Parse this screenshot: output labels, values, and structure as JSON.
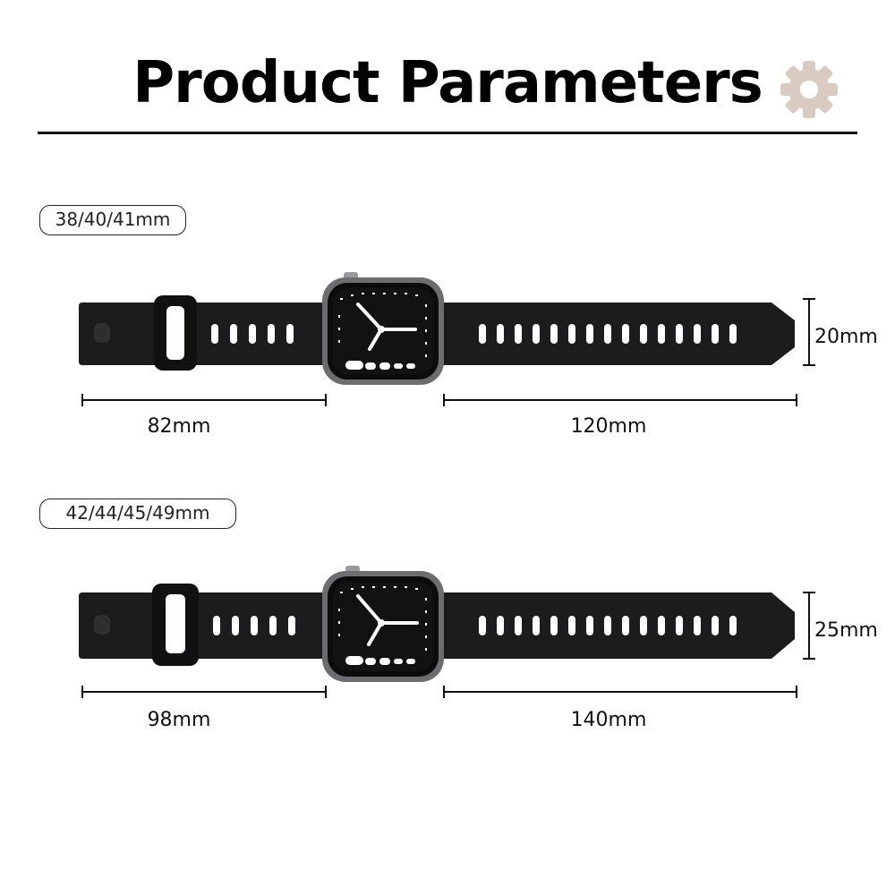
{
  "title": "Product Parameters",
  "icons": {
    "gear": "gear-icon"
  },
  "colors": {
    "band": "#1c1c1e",
    "gear": "#d9cbc2",
    "rule": "#111111"
  },
  "variants": [
    {
      "size_label": "38/40/41mm",
      "short_strap_length": "82mm",
      "long_strap_length": "120mm",
      "band_width": "20mm"
    },
    {
      "size_label": "42/44/45/49mm",
      "short_strap_length": "98mm",
      "long_strap_length": "140mm",
      "band_width": "25mm"
    }
  ]
}
